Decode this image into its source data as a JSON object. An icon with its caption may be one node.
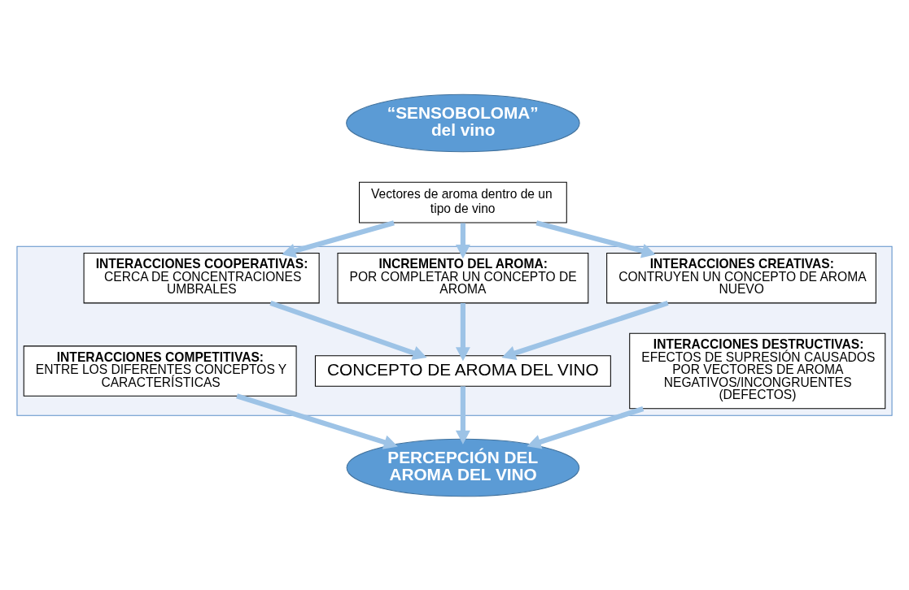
{
  "diagram": {
    "nodes": [
      {
        "text": [
          "“SENSOBOLOMA” del vino"
        ]
      },
      {
        "text": [
          "Vectores de aroma dentro de un tipo de vino"
        ]
      },
      {
        "text": [],
        "shape": "box"
      },
      {
        "text": [
          "INTERACCIONES COOPERATIVAS:",
          "CERCA DE CONCENTRACIONES UMBRALES"
        ],
        "in": 2
      },
      {
        "text": [
          "INCREMENTO DEL AROMA:",
          "POR COMPLETAR UN CONCEPTO DE AROMA"
        ],
        "in": 2
      },
      {
        "text": [
          "INTERACCIONES CREATIVAS:",
          "CONTRUYEN UN CONCEPTO DE AROMA NUEVO"
        ],
        "in": 2
      },
      {
        "text": [
          "CONCEPTO DE AROMA DEL VINO"
        ],
        "in": 2
      },
      {
        "text": [
          "INTERACCIONES COMPETITIVAS:",
          "ENTRE LOS DIFERENTES CONCEPTOS Y CARACTERÍSTICAS"
        ],
        "in": 2
      },
      {
        "text": [
          "INTERACCIONES DESTRUCTIVAS:",
          "EFECTOS DE SUPRESIÓN CAUSADOS POR VECTORES DE AROMA NEGATIVOS/INCONGRUENTES (DEFECTOS)"
        ],
        "in": 2
      },
      {
        "text": [
          "PERCEPCIÓN DEL AROMA DEL VINO"
        ]
      }
    ],
    "edges": [
      {
        "from": 1,
        "to": 3,
        "arrow": "to"
      },
      {
        "from": 1,
        "to": 4,
        "arrow": "to"
      },
      {
        "from": 1,
        "to": 5,
        "arrow": "to"
      },
      {
        "from": 3,
        "to": 6,
        "arrow": "to"
      },
      {
        "from": 4,
        "to": 6,
        "arrow": "to"
      },
      {
        "from": 5,
        "to": 6,
        "arrow": "to"
      },
      {
        "from": 7,
        "to": 9,
        "arrow": "to"
      },
      {
        "from": 6,
        "to": 9,
        "arrow": "to"
      },
      {
        "from": 8,
        "to": 9,
        "arrow": "to"
      }
    ]
  }
}
